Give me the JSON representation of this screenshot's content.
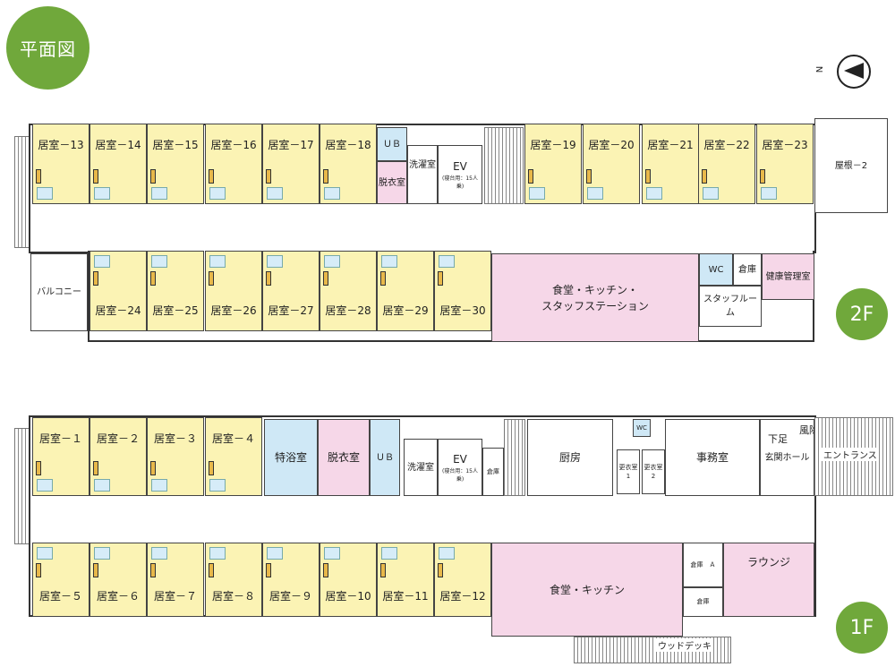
{
  "title": "平面図",
  "compass": {
    "north": "N"
  },
  "floors": {
    "f2": {
      "badge": "2F",
      "north_rooms": [
        "居室－13",
        "居室－14",
        "居室－15",
        "居室－16",
        "居室－17",
        "居室－18",
        "居室－19",
        "居室－20",
        "居室－21",
        "居室－22",
        "居室－23"
      ],
      "south_rooms": [
        "居室－24",
        "居室－25",
        "居室－26",
        "居室－27",
        "居室－28",
        "居室－29",
        "居室－30"
      ],
      "ub": "ＵＢ",
      "datsui": "脱衣室",
      "sentaku": "洗濯室",
      "ev": "EV",
      "ev_note": "(寝台用：15人乗)",
      "yane": "屋根－2",
      "balcony": "バルコニー",
      "dining": "食堂・キッチン・\nスタッフステーション",
      "wc": "WC",
      "souko": "倉庫",
      "kenko": "健康管理室",
      "staff": "スタッフルーム"
    },
    "f1": {
      "badge": "1F",
      "north_rooms": [
        "居室－１",
        "居室－２",
        "居室－３",
        "居室－４"
      ],
      "south_rooms": [
        "居室－５",
        "居室－６",
        "居室－７",
        "居室－８",
        "居室－９",
        "居室－10",
        "居室－11",
        "居室－12"
      ],
      "tokuyoku": "特浴室",
      "datsui": "脱衣室",
      "ub": "ＵＢ",
      "sentaku": "洗濯室",
      "ev": "EV",
      "ev_note": "(寝台用：15人乗)",
      "souko": "倉庫",
      "chubo": "厨房",
      "wc": "WC",
      "kouishitsu1": "更衣室1",
      "kouishitsu2": "更衣室2",
      "jimu": "事務室",
      "genkan": "玄関ホール",
      "shitaba": "下足",
      "fuuchou": "風除",
      "entrance": "エントランス",
      "dining": "食堂・キッチン",
      "souko_a": "倉庫　Ａ",
      "souko_b": "倉庫",
      "lounge": "ラウンジ",
      "wood_deck": "ウッドデッキ"
    }
  }
}
